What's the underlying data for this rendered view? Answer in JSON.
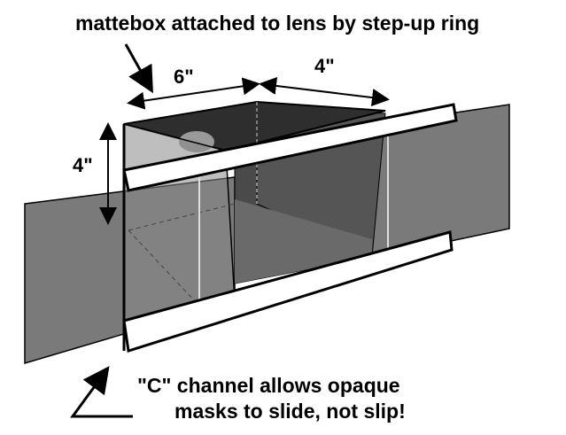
{
  "title": "mattebox attached to lens by step-up ring",
  "dimensions": {
    "width_top": "6\"",
    "depth_top": "4\"",
    "height_left": "4\""
  },
  "caption": {
    "line1": "\"C\" channel allows opaque",
    "line2": "masks to slide, not slip!"
  },
  "colors": {
    "mask_gray": "#7a7a7a",
    "box_dark": "#3a3a3a",
    "box_mid": "#5e5e5e",
    "rail_white": "#ffffff"
  }
}
